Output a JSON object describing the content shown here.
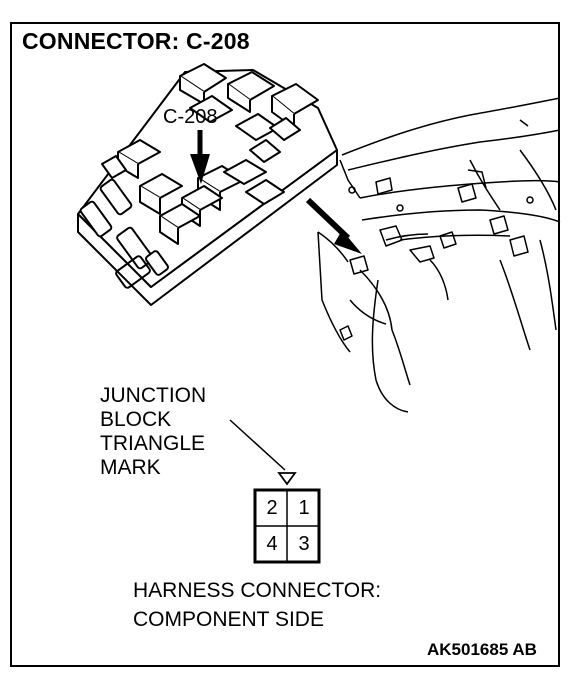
{
  "title": "CONNECTOR: C-208",
  "callout_label": "C-208",
  "triangle_note": [
    "JUNCTION",
    "BLOCK",
    "TRIANGLE",
    "MARK"
  ],
  "connector": {
    "pins": [
      "2",
      "1",
      "4",
      "3"
    ]
  },
  "caption": [
    "HARNESS CONNECTOR:",
    "COMPONENT SIDE"
  ],
  "figure_code": "AK501685 AB"
}
